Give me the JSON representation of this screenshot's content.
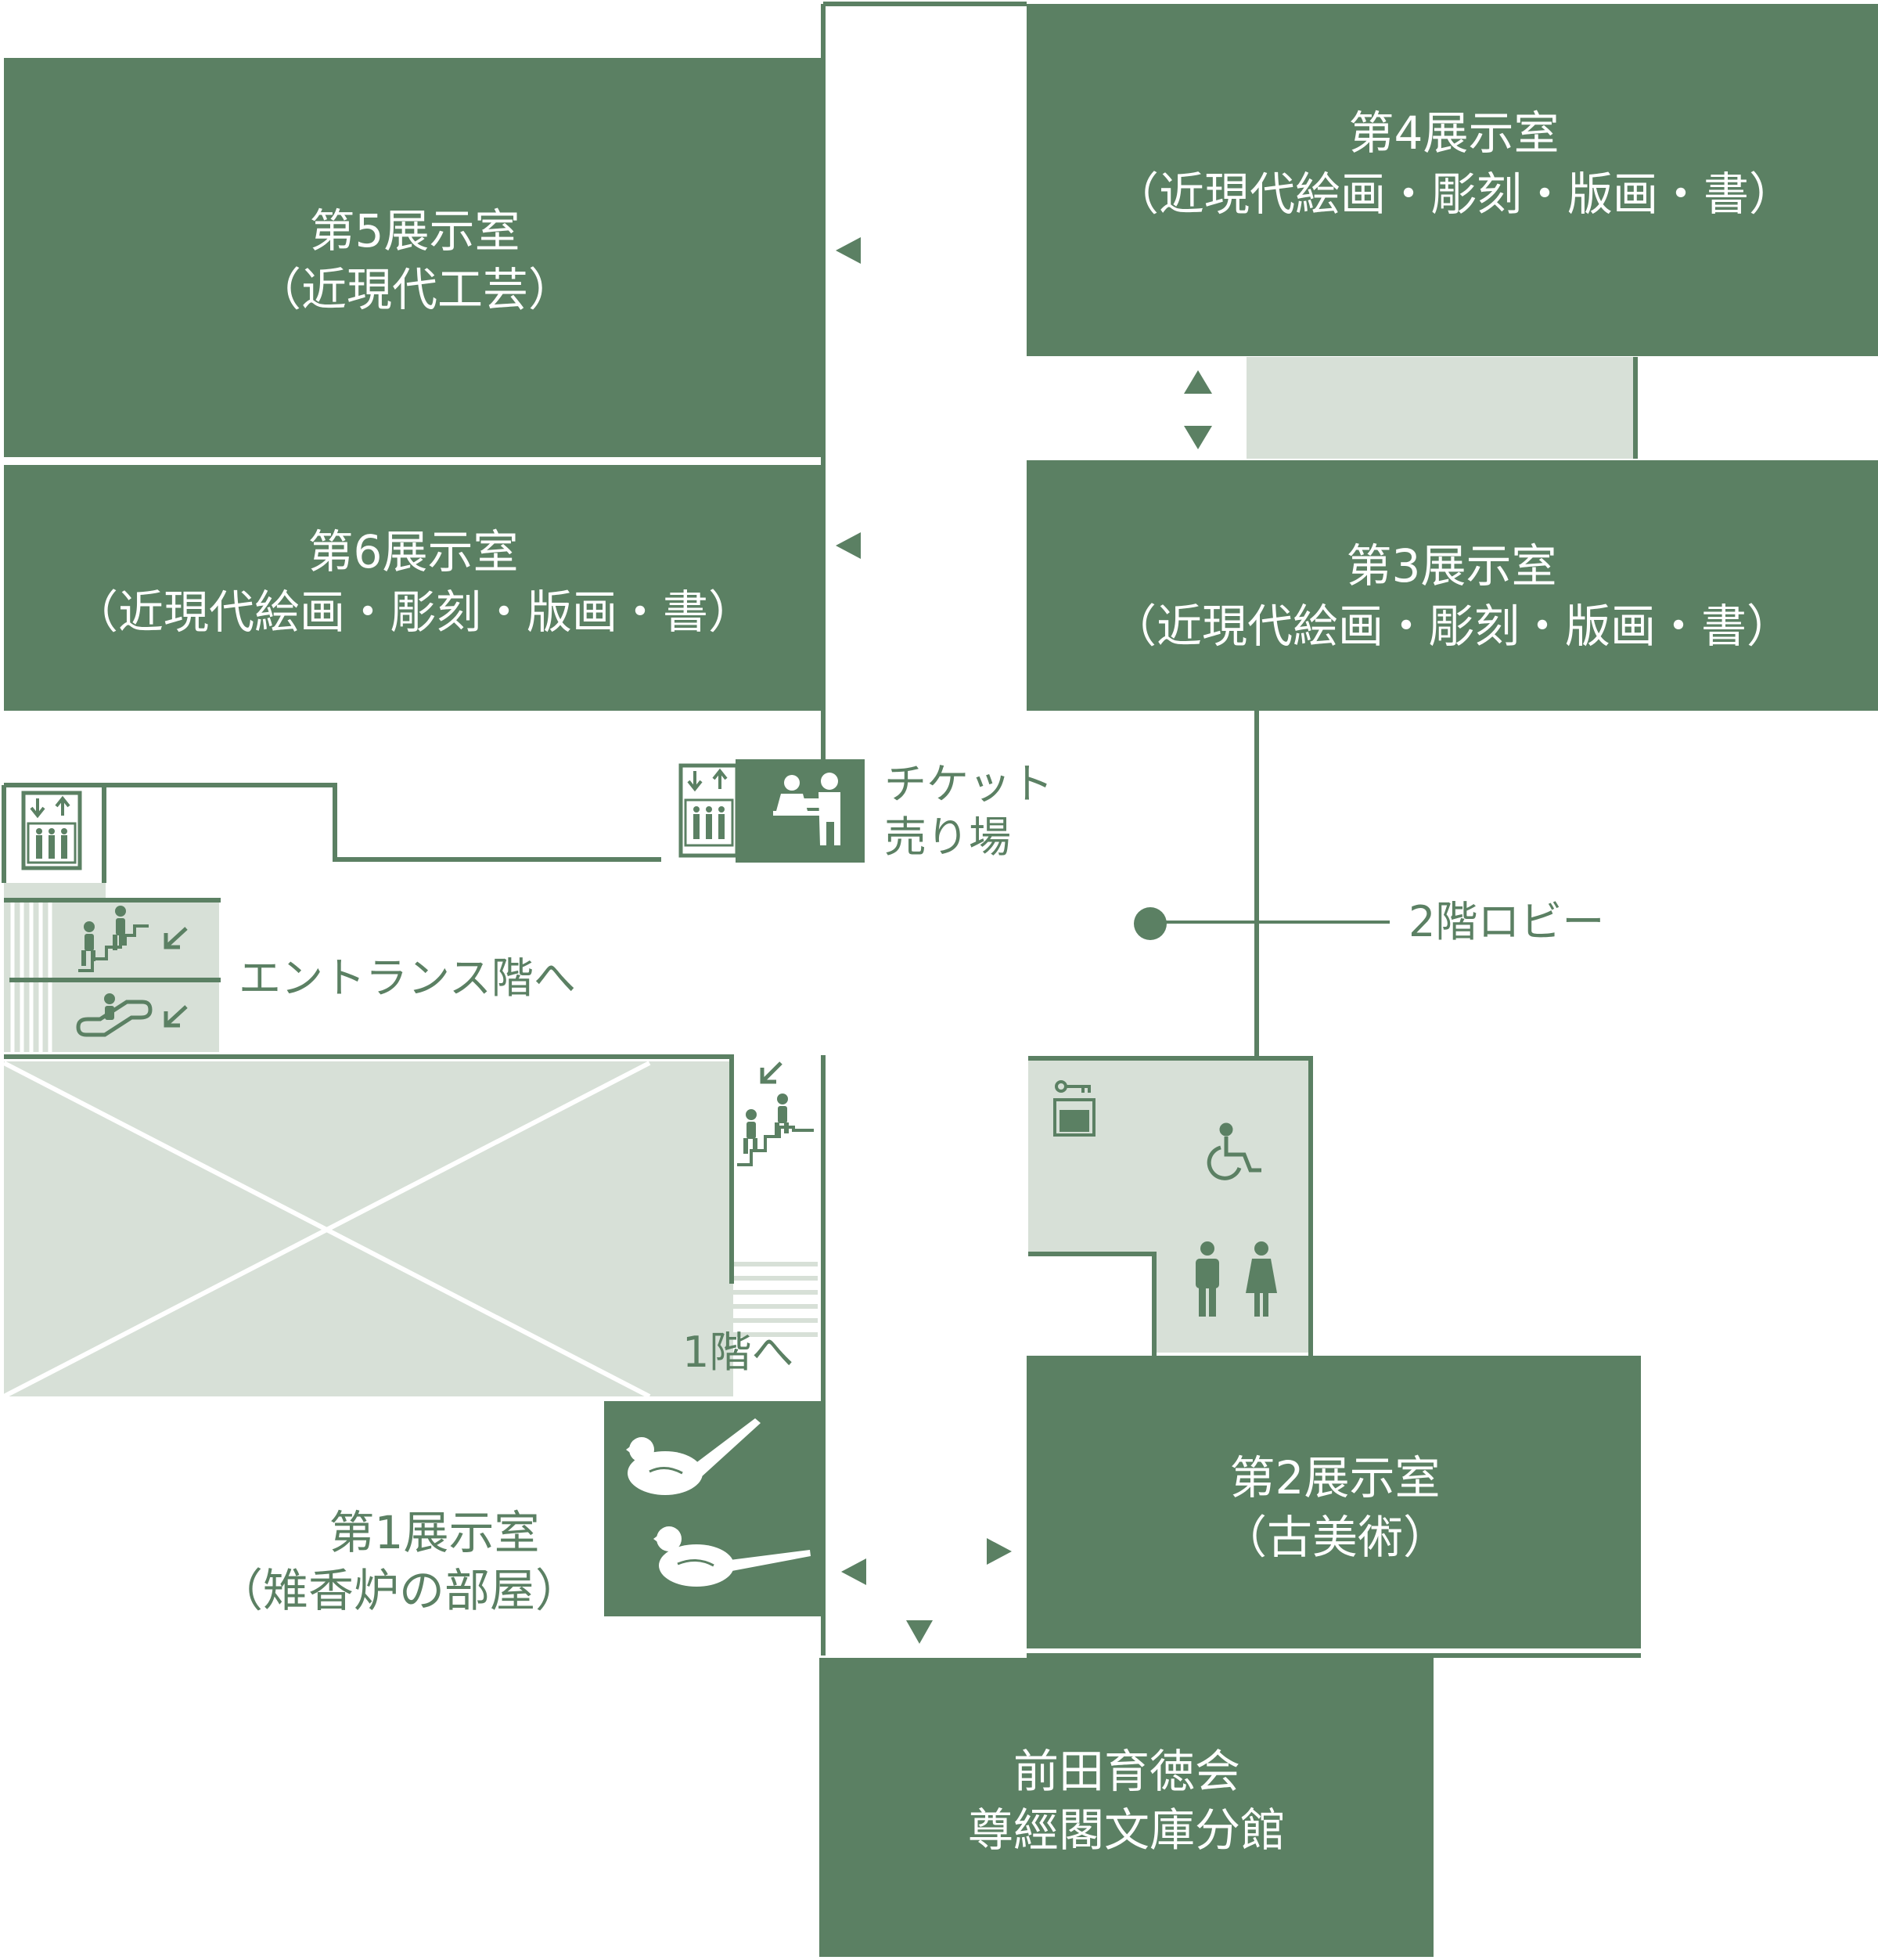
{
  "colors": {
    "room": "#5b8063",
    "light": "#d7e0d7",
    "white": "#ffffff",
    "line": "#5b8063"
  },
  "rooms": {
    "r5": {
      "line1": "第5展示室",
      "line2": "（近現代工芸）"
    },
    "r4": {
      "line1": "第4展示室",
      "line2": "（近現代絵画・彫刻・版画・書）"
    },
    "r6": {
      "line1": "第6展示室",
      "line2": "（近現代絵画・彫刻・版画・書）"
    },
    "r3": {
      "line1": "第3展示室",
      "line2": "（近現代絵画・彫刻・版画・書）"
    },
    "r2": {
      "line1": "第2展示室",
      "line2": "（古美術）"
    },
    "r1": {
      "line1": "第1展示室",
      "line2": "（雉香炉の部屋）"
    },
    "maeda": {
      "line1": "前田育徳会",
      "line2": "尊經閣文庫分館"
    }
  },
  "labels": {
    "ticket_line1": "チケット",
    "ticket_line2": "売り場",
    "lobby": "2階ロビー",
    "entrance": "エントランス階へ",
    "floor1": "1階へ"
  },
  "icons": [
    "elevator-icon",
    "ticket-counter-icon",
    "stairs-icon",
    "escalator-icon",
    "locker-icon",
    "wheelchair-icon",
    "restroom-icon",
    "pheasant-incense-burner-icon",
    "direction-arrow-icon"
  ]
}
